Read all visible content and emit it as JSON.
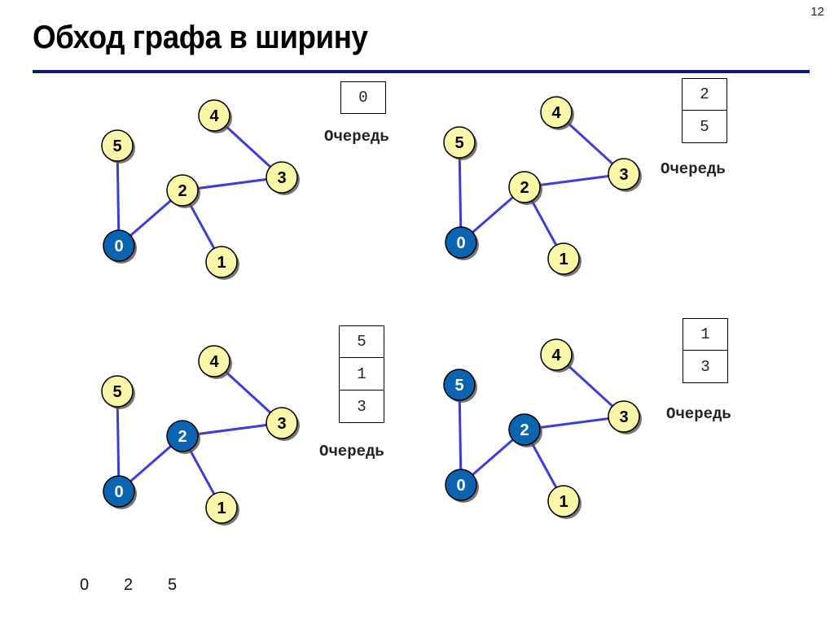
{
  "slide": {
    "page_number": "12",
    "title": "Обход графа в ширину",
    "accent_color": "#0c1a7a"
  },
  "graph": {
    "nodes": [
      "0",
      "1",
      "2",
      "3",
      "4",
      "5"
    ],
    "edges": [
      [
        "0",
        "5"
      ],
      [
        "0",
        "2"
      ],
      [
        "2",
        "1"
      ],
      [
        "2",
        "3"
      ],
      [
        "3",
        "4"
      ]
    ],
    "colors": {
      "visited": "#0b64b0",
      "unvisited": "#fbf7a8",
      "edge": "#3d3ddc"
    }
  },
  "panels": [
    {
      "visited_nodes": [
        "0"
      ],
      "queue": [
        "0"
      ],
      "queue_label": "Очередь"
    },
    {
      "visited_nodes": [
        "0"
      ],
      "queue": [
        "2",
        "5"
      ],
      "queue_label": "Очередь"
    },
    {
      "visited_nodes": [
        "0",
        "2"
      ],
      "queue": [
        "5",
        "1",
        "3"
      ],
      "queue_label": "Очередь"
    },
    {
      "visited_nodes": [
        "0",
        "2",
        "5"
      ],
      "queue": [
        "1",
        "3"
      ],
      "queue_label": "Очередь"
    }
  ],
  "visited_order": [
    "0",
    "2",
    "5"
  ]
}
